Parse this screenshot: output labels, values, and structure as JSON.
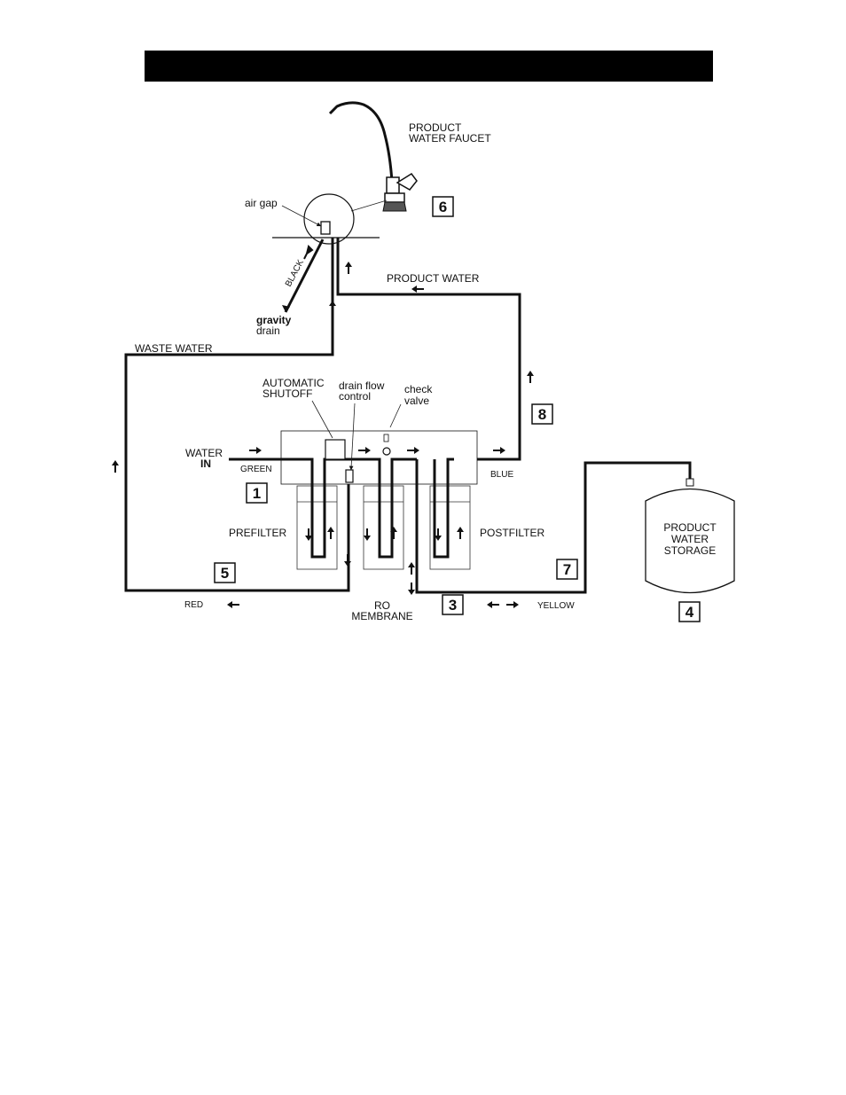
{
  "labels": {
    "product_water_faucet_1": "PRODUCT",
    "product_water_faucet_2": "WATER FAUCET",
    "air_gap": "air gap",
    "black": "BLACK",
    "gravity": "gravity",
    "drain": "drain",
    "product_water": "PRODUCT WATER",
    "waste_water": "WASTE WATER",
    "automatic": "AUTOMATIC",
    "shutoff": "SHUTOFF",
    "drain_flow": "drain flow",
    "control": "control",
    "check": "check",
    "valve": "valve",
    "water": "WATER",
    "in": "IN",
    "green": "GREEN",
    "blue": "BLUE",
    "prefilter": "PREFILTER",
    "postfilter": "POSTFILTER",
    "storage_1": "PRODUCT",
    "storage_2": "WATER",
    "storage_3": "STORAGE",
    "red": "RED",
    "ro": "RO",
    "membrane": "MEMBRANE",
    "yellow": "YELLOW"
  },
  "step_numbers": {
    "n1": "1",
    "n3": "3",
    "n4": "4",
    "n5": "5",
    "n6": "6",
    "n7": "7",
    "n8": "8"
  }
}
